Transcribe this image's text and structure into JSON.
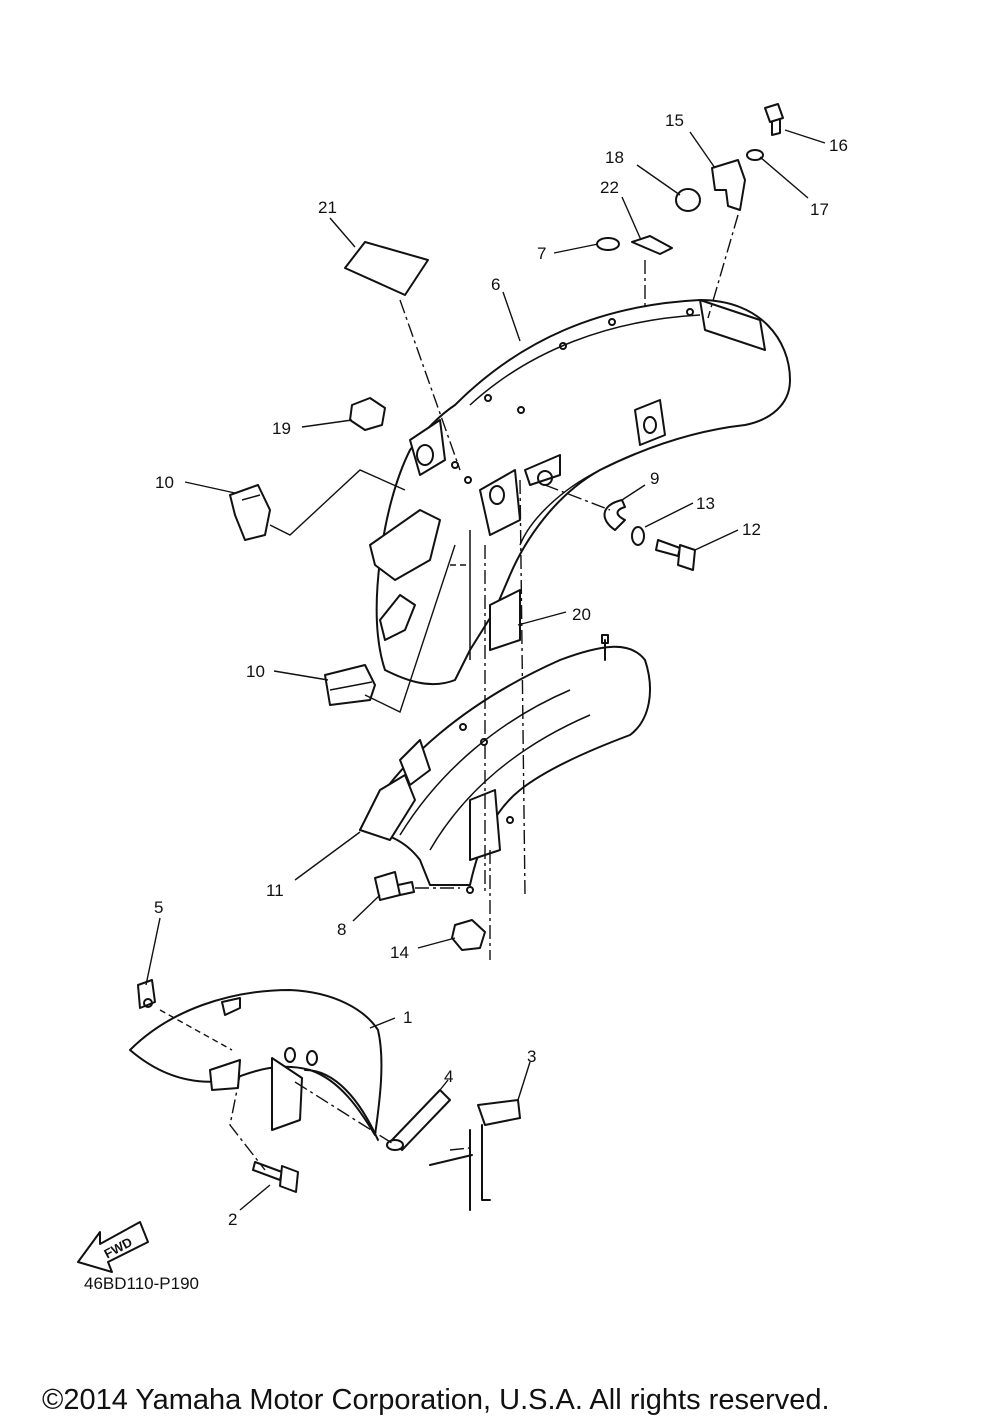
{
  "diagram": {
    "code": "46BD110-P190",
    "fwd_label": "FWD",
    "copyright": "©2014 Yamaha Motor Corporation, U.S.A. All rights reserved.",
    "callouts": [
      {
        "id": "c1",
        "label": "1"
      },
      {
        "id": "c2",
        "label": "2"
      },
      {
        "id": "c3",
        "label": "3"
      },
      {
        "id": "c4",
        "label": "4"
      },
      {
        "id": "c5",
        "label": "5"
      },
      {
        "id": "c6",
        "label": "6"
      },
      {
        "id": "c7",
        "label": "7"
      },
      {
        "id": "c8",
        "label": "8"
      },
      {
        "id": "c9",
        "label": "9"
      },
      {
        "id": "c10a",
        "label": "10"
      },
      {
        "id": "c10b",
        "label": "10"
      },
      {
        "id": "c11",
        "label": "11"
      },
      {
        "id": "c12",
        "label": "12"
      },
      {
        "id": "c13",
        "label": "13"
      },
      {
        "id": "c14",
        "label": "14"
      },
      {
        "id": "c15",
        "label": "15"
      },
      {
        "id": "c16",
        "label": "16"
      },
      {
        "id": "c17",
        "label": "17"
      },
      {
        "id": "c18",
        "label": "18"
      },
      {
        "id": "c19",
        "label": "19"
      },
      {
        "id": "c20",
        "label": "20"
      },
      {
        "id": "c21",
        "label": "21"
      },
      {
        "id": "c22",
        "label": "22"
      }
    ]
  }
}
